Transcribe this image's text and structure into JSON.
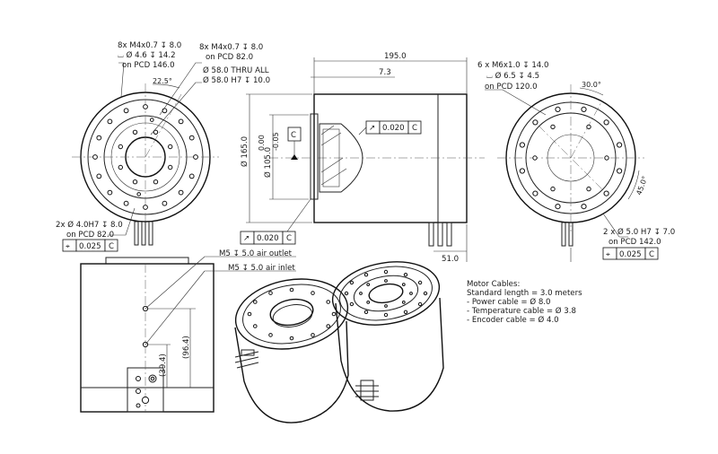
{
  "front_view": {
    "callout_m4_pcd146": [
      "8x M4x0.7 ↧ 8.0",
      "⌴ Ø 4.6 ↧ 14.2",
      "on PCD 146.0"
    ],
    "callout_m4_pcd82": [
      "8x M4x0.7 ↧ 8.0",
      "on PCD 82.0"
    ],
    "callout_bore": [
      "Ø 58.0 THRU ALL",
      "Ø 58.0 H7 ↧ 10.0"
    ],
    "angle": "22.5°",
    "callout_pin": [
      "2x Ø 4.0H7 ↧ 8.0",
      "on PCD 82.0"
    ],
    "tol_symbol": "⌖",
    "tol_value": "0.025",
    "tol_datum": "C"
  },
  "side_view": {
    "length": "195.0",
    "offset": "7.3",
    "diameter_outer": "Ø 165.0",
    "diameter_pilot": "Ø 105.0",
    "pilot_tol_upper": "0.00",
    "pilot_tol_lower": "-0.05",
    "datum_label": "C",
    "runout_symbol": "↗",
    "runout_value": "0.020",
    "runout_datum": "C",
    "runout2_value": "0.020",
    "runout2_datum": "C",
    "connector_length": "51.0"
  },
  "rear_view": {
    "callout_m6": [
      "6 x M6x1.0 ↧ 14.0",
      "⌴ Ø 6.5 ↧ 4.5",
      "on PCD 120.0"
    ],
    "angle_top": "30.0°",
    "angle_side": "45.0°",
    "callout_pin": [
      "2 x Ø 5.0 H7 ↧ 7.0",
      "on PCD 142.0"
    ],
    "tol_symbol": "⌖",
    "tol_value": "0.025",
    "tol_datum": "C"
  },
  "bottom_view": {
    "air_outlet": "M5 ↧ 5.0 air outlet",
    "air_inlet": "M5 ↧ 5.0 air inlet",
    "dim_outlet": "(96.4)",
    "dim_inlet": "(39.4)"
  },
  "motor_cables": [
    "Motor Cables:",
    "Standard length = 3.0 meters",
    "- Power cable = Ø 8.0",
    "- Temperature cable = Ø 3.8",
    "- Encoder cable = Ø 4.0"
  ]
}
